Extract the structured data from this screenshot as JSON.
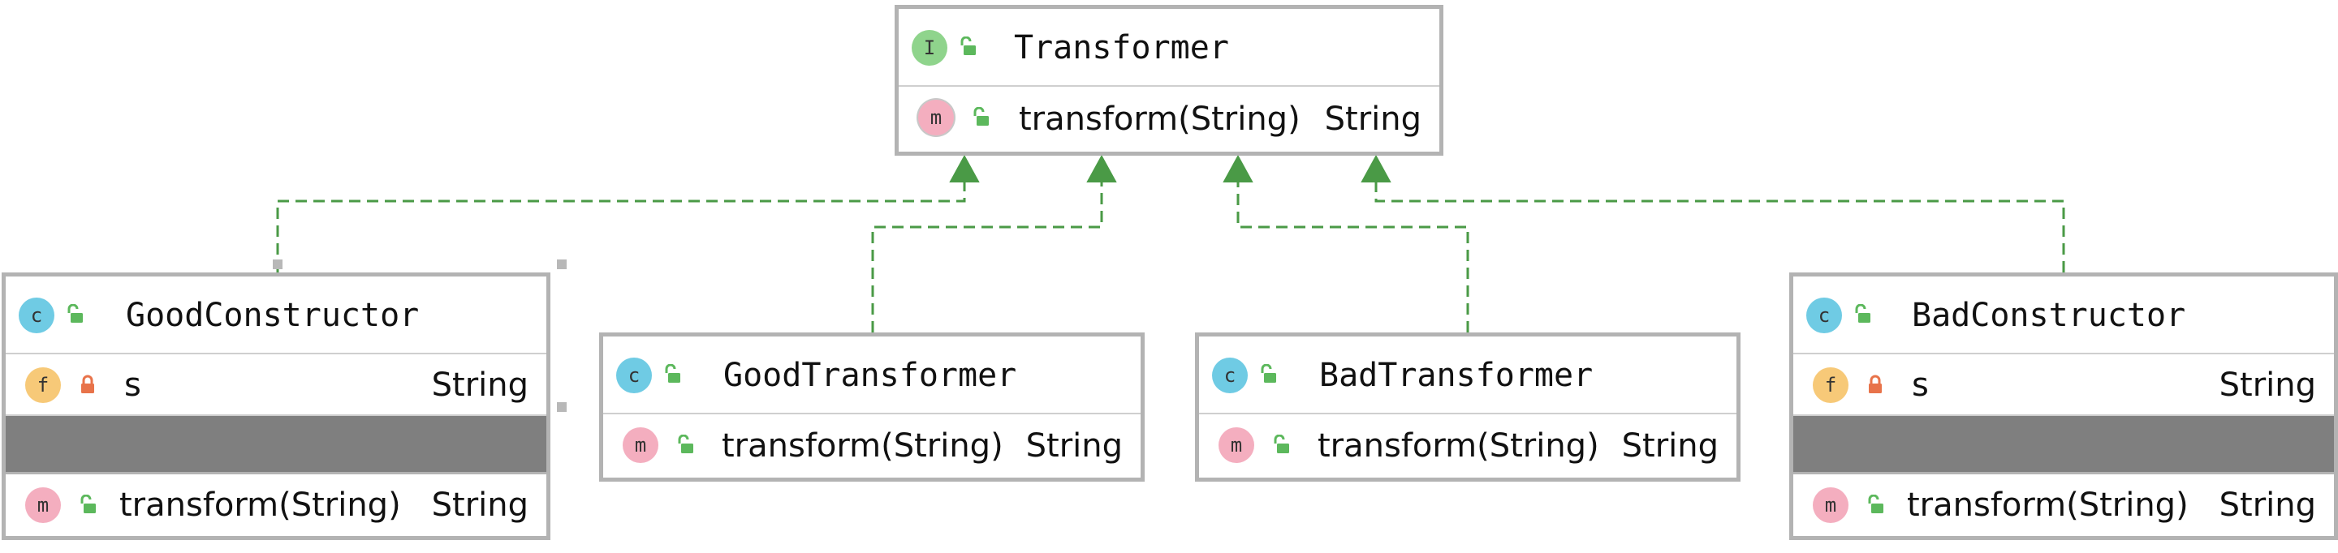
{
  "colors": {
    "edge": "#4a9a46",
    "border": "#b3b3b3",
    "class_badge": "#6fcbe4",
    "interface_badge": "#8fd48c",
    "field_badge": "#f7c978",
    "method_badge": "#f4aebf",
    "public_lock": "#5cb85c",
    "private_lock": "#e8734a"
  },
  "nodes": {
    "transformer": {
      "kind_letter": "I",
      "title": "Transformer",
      "methods": [
        {
          "name": "transform(String)",
          "type": "String",
          "badge": "m"
        }
      ]
    },
    "good_constructor": {
      "kind_letter": "c",
      "title": "GoodConstructor",
      "fields": [
        {
          "name": "s",
          "type": "String",
          "badge": "f"
        }
      ],
      "methods": [
        {
          "name": "transform(String)",
          "type": "String",
          "badge": "m"
        }
      ]
    },
    "good_transformer": {
      "kind_letter": "c",
      "title": "GoodTransformer",
      "methods": [
        {
          "name": "transform(String)",
          "type": "String",
          "badge": "m"
        }
      ]
    },
    "bad_transformer": {
      "kind_letter": "c",
      "title": "BadTransformer",
      "methods": [
        {
          "name": "transform(String)",
          "type": "String",
          "badge": "m"
        }
      ]
    },
    "bad_constructor": {
      "kind_letter": "c",
      "title": "BadConstructor",
      "fields": [
        {
          "name": "s",
          "type": "String",
          "badge": "f"
        }
      ],
      "methods": [
        {
          "name": "transform(String)",
          "type": "String",
          "badge": "m"
        }
      ]
    }
  },
  "edges": [
    {
      "from": "GoodConstructor",
      "to": "Transformer",
      "kind": "implements"
    },
    {
      "from": "GoodTransformer",
      "to": "Transformer",
      "kind": "implements"
    },
    {
      "from": "BadTransformer",
      "to": "Transformer",
      "kind": "implements"
    },
    {
      "from": "BadConstructor",
      "to": "Transformer",
      "kind": "implements"
    }
  ]
}
